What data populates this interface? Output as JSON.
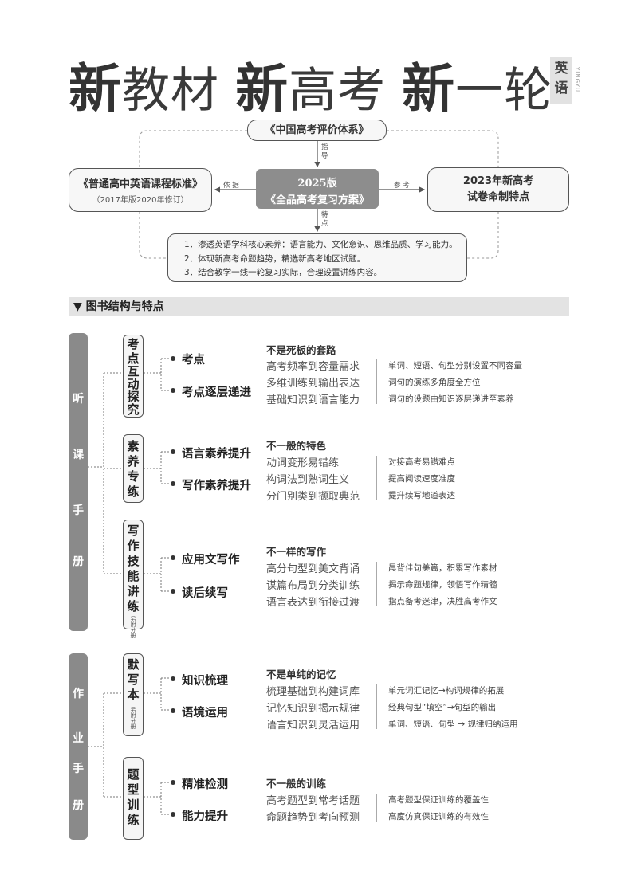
{
  "header": {
    "parts": [
      {
        "big": "新",
        "rest": "教材"
      },
      {
        "big": "新",
        "rest": "高考"
      },
      {
        "big": "新",
        "rest": "一轮"
      }
    ],
    "subject": "英\n语",
    "subject_pinyin": "YINGYU"
  },
  "diagram": {
    "top": "《中国高考评价体系》",
    "left_title": "《普通高中英语课程标准》",
    "left_sub": "（2017年版2020年修订）",
    "center_l1": "2025版",
    "center_l2": "《全品高考复习方案》",
    "right_l1": "2023年新高考",
    "right_l2": "试卷命制特点",
    "lbl_guide": "指\n导",
    "lbl_basis": "依 据",
    "lbl_ref": "参 考",
    "lbl_feature": "特\n点",
    "points": [
      "1．渗透英语学科核心素养：语言能力、文化意识、思维品质、学习能力。",
      "2．体现新高考命题趋势，精选新高考地区试题。",
      "3．结合教学一线一轮复习实际，合理设置讲练内容。"
    ]
  },
  "section_title": "▼ 图书结构与特点",
  "sides": [
    {
      "chars": [
        "听",
        "课",
        "手",
        "册"
      ]
    },
    {
      "chars": [
        "作",
        "业",
        "手",
        "册"
      ]
    }
  ],
  "groups": [
    {
      "chars": [
        "考",
        "点",
        "互",
        "动",
        "探",
        "究"
      ],
      "sub": "",
      "items": [
        "考点",
        "考点逐层递进"
      ],
      "heading": "不是死板的套路",
      "lines": [
        "高考频率到容量需求",
        "多维训练到输出表达",
        "基础知识到语言能力"
      ],
      "right": [
        "单词、短语、句型分别设置不同容量",
        "词句的演练多角度全方位",
        "词句的设题由知识逐层递进至素养"
      ]
    },
    {
      "chars": [
        "素",
        "养",
        "专",
        "练"
      ],
      "sub": "",
      "items": [
        "语言素养提升",
        "写作素养提升"
      ],
      "heading": "不一般的特色",
      "lines": [
        "动词变形易错练",
        "构词法到熟词生义",
        "分门别类到撷取典范"
      ],
      "right": [
        "对接高考易错难点",
        "提高阅读速度准度",
        "提升续写地道表达"
      ]
    },
    {
      "chars": [
        "写",
        "作",
        "技",
        "能",
        "讲",
        "练"
      ],
      "sub": "另附分册",
      "items": [
        "应用文写作",
        "读后续写"
      ],
      "heading": "不一样的写作",
      "lines": [
        "高分句型到美文背诵",
        "谋篇布局到分类训练",
        "语言表达到衔接过渡"
      ],
      "right": [
        "晨背佳句美篇，积累写作素材",
        "揭示命题规律，领悟写作精髓",
        "指点备考迷津，决胜高考作文"
      ]
    },
    {
      "chars": [
        "默",
        "写",
        "本"
      ],
      "sub": "另附分册",
      "items": [
        "知识梳理",
        "语境运用"
      ],
      "heading": "不是单纯的记忆",
      "lines": [
        "梳理基础到构建词库",
        "记忆知识到揭示规律",
        "语言知识到灵活运用"
      ],
      "right": [
        "单元词汇记忆→构词规律的拓展",
        "经典句型“填空”→句型的输出",
        "单词、短语、句型 → 规律归纳运用"
      ]
    },
    {
      "chars": [
        "题",
        "型",
        "训",
        "练"
      ],
      "sub": "",
      "items": [
        "精准检测",
        "能力提升"
      ],
      "heading": "不一般的训练",
      "lines": [
        "高考题型到常考话题",
        "命题趋势到考向预测"
      ],
      "right": [
        "高考题型保证训练的覆盖性",
        "高度仿真保证训练的有效性"
      ]
    }
  ]
}
